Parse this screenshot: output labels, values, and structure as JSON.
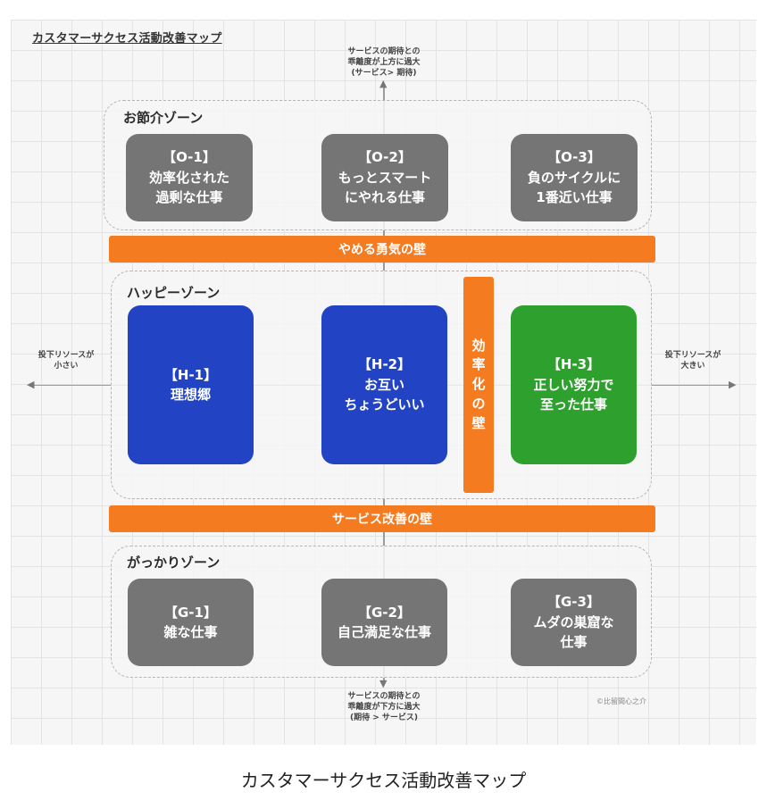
{
  "title": "カスタマーサクセス活動改善マップ",
  "caption": "カスタマーサクセス活動改善マップ",
  "copyright": "©比留間心之介",
  "axes": {
    "top": [
      "サービスの期待との",
      "乖離度が上方に過大",
      "(サービス> 期待)"
    ],
    "bottom": [
      "サービスの期待との",
      "乖離度が下方に過大",
      "(期待 > サービス)"
    ],
    "left": [
      "投下リソースが",
      "小さい"
    ],
    "right": [
      "投下リソースが",
      "大きい"
    ]
  },
  "zones": {
    "over": {
      "label": "お節介ゾーン",
      "boxes": [
        {
          "code": "【O-1】",
          "lines": [
            "効率化された",
            "過剰な仕事"
          ],
          "color": "#757575"
        },
        {
          "code": "【O-2】",
          "lines": [
            "もっとスマート",
            "にやれる仕事"
          ],
          "color": "#757575"
        },
        {
          "code": "【O-3】",
          "lines": [
            "負のサイクルに",
            "1番近い仕事"
          ],
          "color": "#757575"
        }
      ]
    },
    "happy": {
      "label": "ハッピーゾーン",
      "boxes": [
        {
          "code": "【H-1】",
          "lines": [
            "理想郷"
          ],
          "color": "#2244c4"
        },
        {
          "code": "【H-2】",
          "lines": [
            "お互い",
            "ちょうどいい"
          ],
          "color": "#2244c4"
        },
        {
          "code": "【H-3】",
          "lines": [
            "正しい努力で",
            "至った仕事"
          ],
          "color": "#2ea02e"
        }
      ]
    },
    "disappoint": {
      "label": "がっかりゾーン",
      "boxes": [
        {
          "code": "【G-1】",
          "lines": [
            "雑な仕事"
          ],
          "color": "#757575"
        },
        {
          "code": "【G-2】",
          "lines": [
            "自己満足な仕事"
          ],
          "color": "#757575"
        },
        {
          "code": "【G-3】",
          "lines": [
            "ムダの巣窟な",
            "仕事"
          ],
          "color": "#757575"
        }
      ]
    }
  },
  "walls": {
    "quit": "やめる勇気の壁",
    "service": "サービス改善の壁",
    "efficiency": [
      "効",
      "率",
      "化",
      "の",
      "壁"
    ],
    "color": "#f47b20"
  }
}
